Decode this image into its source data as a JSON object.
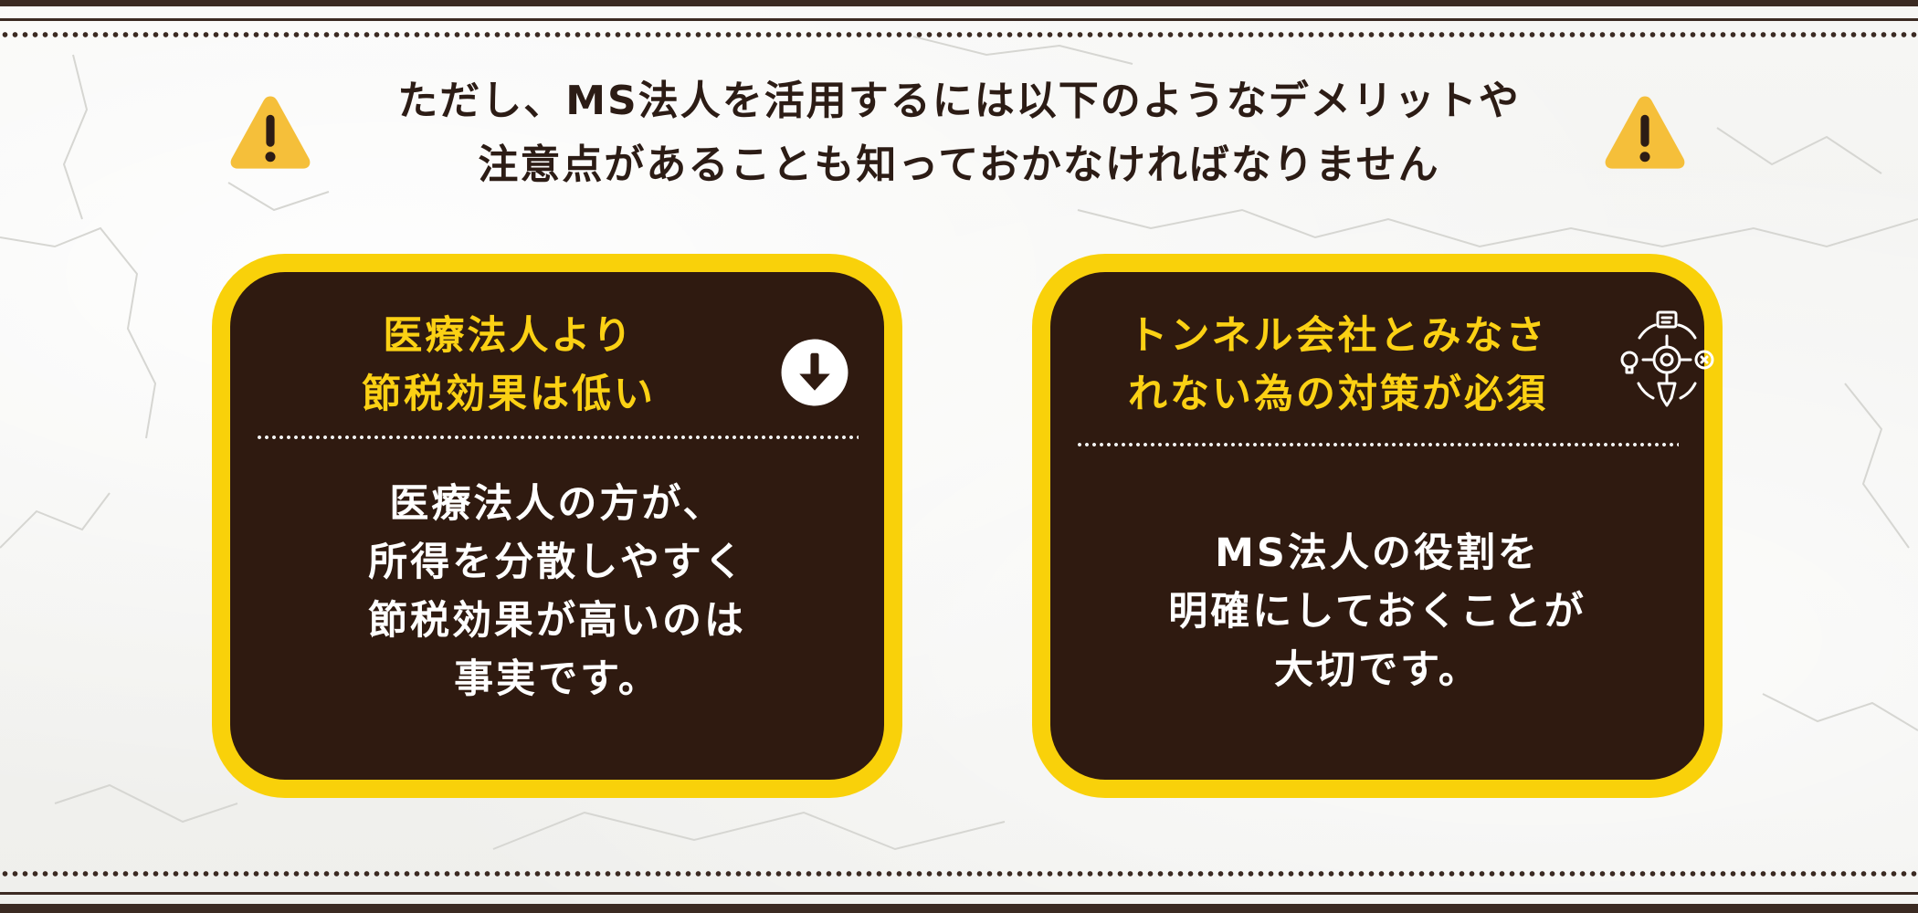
{
  "heading": {
    "line1": "ただし、MS法人を活用するには以下のようなデメリットや",
    "line2": "注意点があることも知っておかなければなりません"
  },
  "icons": {
    "warning": "warning-triangle-icon",
    "down": "arrow-down-circle-icon",
    "strategy": "strategy-lightbulb-gear-icon"
  },
  "cards": [
    {
      "title_lines": [
        "医療法人より",
        "節税効果は低い"
      ],
      "body_lines": [
        "医療法人の方が、",
        "所得を分散しやすく",
        "節税効果が高いのは",
        "事実です。"
      ]
    },
    {
      "title_lines": [
        "トンネル会社とみなさ",
        "れない為の対策が必須"
      ],
      "body_lines": [
        "MS法人の役割を",
        "明確にしておくことが",
        "大切です。"
      ]
    }
  ],
  "colors": {
    "dark_brown": "#2f1a10",
    "border_brown": "#3b2a22",
    "accent_yellow": "#f9d10a",
    "title_yellow": "#fbd114",
    "warning_yellow": "#f5bf3a",
    "text_white": "#ffffff"
  }
}
